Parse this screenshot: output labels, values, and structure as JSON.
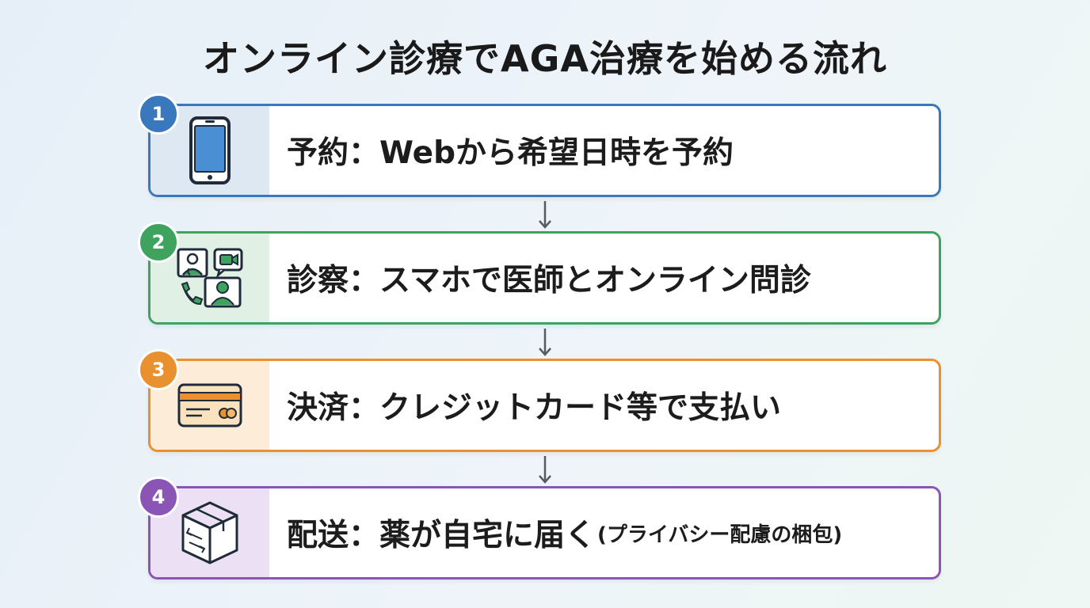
{
  "title": "オンライン診療でAGA治療を始める流れ",
  "steps": [
    {
      "number": "1",
      "label": "予約：Webから希望日時を予約",
      "note": "",
      "color": "#3a78bd",
      "tint": "#dde8f3",
      "icon": "smartphone-icon"
    },
    {
      "number": "2",
      "label": "診察：スマホで医師とオンライン問診",
      "note": "",
      "color": "#3ea35f",
      "tint": "#e0f0e4",
      "icon": "video-consultation-icon"
    },
    {
      "number": "3",
      "label": "決済：クレジットカード等で支払い",
      "note": "",
      "color": "#e8912e",
      "tint": "#fcecd8",
      "icon": "credit-card-icon"
    },
    {
      "number": "4",
      "label": "配送：薬が自宅に届く",
      "note": "(プライバシー配慮の梱包)",
      "color": "#8a55b5",
      "tint": "#ece1f4",
      "icon": "package-box-icon"
    }
  ],
  "arrow_color": "#555b63"
}
